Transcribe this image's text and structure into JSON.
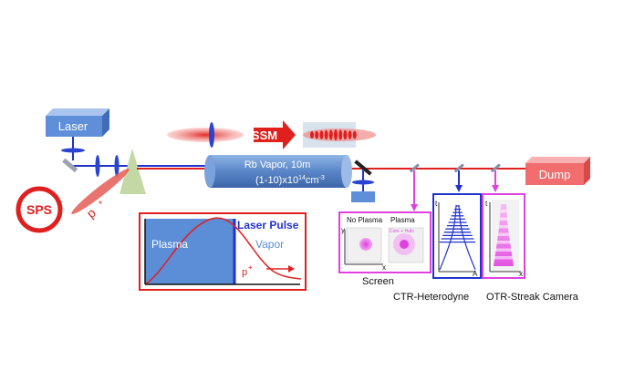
{
  "labels": {
    "laser": "Laser",
    "ssm": "SSM",
    "sps": "SPS",
    "proton_beam": "p",
    "proton_sup": "+",
    "rb_vapor_line1": "Rb Vapor, 10m",
    "rb_vapor_line2_prefix": "(1-10)x10",
    "rb_vapor_line2_exp": "14",
    "rb_vapor_line2_unit": "cm",
    "rb_vapor_line2_unit_exp": "-3",
    "dump": "Dump"
  },
  "inset": {
    "plasma": "Plasma",
    "vapor": "Vapor",
    "laser_pulse": "Laser Pulse",
    "proton": "p",
    "proton_sup": "+"
  },
  "screen_panel": {
    "no_plasma": "No Plasma",
    "plasma": "Plasma",
    "core_halo": "Core + Halo",
    "y_axis": "y",
    "x_axis": "x",
    "caption": "Screen"
  },
  "ctr_panel": {
    "t_axis": "t",
    "a_axis": "A",
    "caption": "CTR-Heterodyne"
  },
  "otr_panel": {
    "t_axis": "t",
    "x_axis": "x",
    "caption": "OTR-Streak Camera"
  },
  "colors": {
    "beam_red": "#e0201c",
    "laser_blue": "#2233cc",
    "diagnostic_magenta": "#e040e0",
    "plasma_fill": "#5b8ed6",
    "dump_pink": "#f26d6d",
    "laser_box": "#5f8fd8",
    "vapor_cell": "#4f7fc0",
    "sps_red": "#e02020",
    "prism_green": "#c4d8a6"
  }
}
